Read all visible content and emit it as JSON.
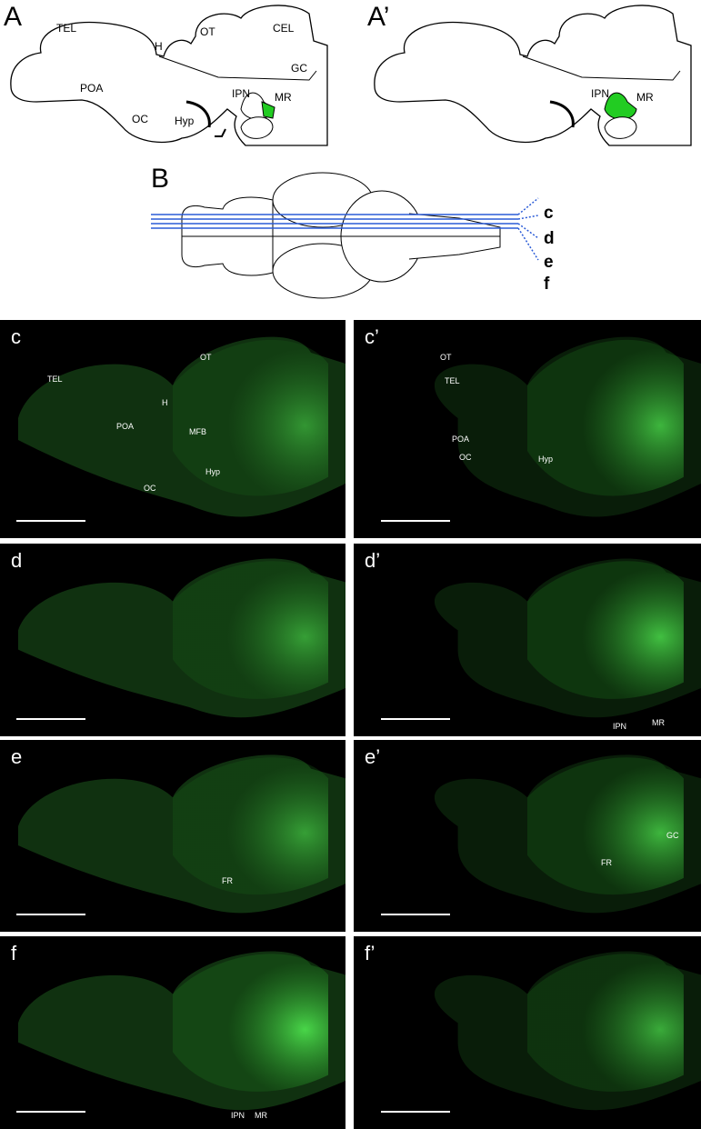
{
  "schematics": {
    "A": {
      "label": "A",
      "regions": [
        "TEL",
        "H",
        "OT",
        "CEL",
        "POA",
        "OC",
        "Hyp",
        "IPN",
        "MR",
        "GC"
      ]
    },
    "A_prime": {
      "label": "A’",
      "regions": [
        "IPN",
        "MR"
      ]
    },
    "B": {
      "label": "B",
      "sections": [
        "c",
        "d",
        "e",
        "f"
      ]
    }
  },
  "colors": {
    "highlight": "#22cc22",
    "section_line": "#2a5bd7"
  },
  "panels": [
    {
      "label": "c",
      "annotations": [
        "TEL",
        "OT",
        "H",
        "POA",
        "MFB",
        "OC",
        "Hyp"
      ]
    },
    {
      "label": "c’",
      "annotations": [
        "OT",
        "TEL",
        "POA",
        "OC",
        "Hyp"
      ]
    },
    {
      "label": "d",
      "annotations": []
    },
    {
      "label": "d’",
      "annotations": [
        "IPN",
        "MR"
      ]
    },
    {
      "label": "e",
      "annotations": [
        "FR"
      ]
    },
    {
      "label": "e’",
      "annotations": [
        "GC",
        "FR"
      ]
    },
    {
      "label": "f",
      "annotations": [
        "IPN",
        "MR"
      ]
    },
    {
      "label": "f’",
      "annotations": []
    }
  ]
}
